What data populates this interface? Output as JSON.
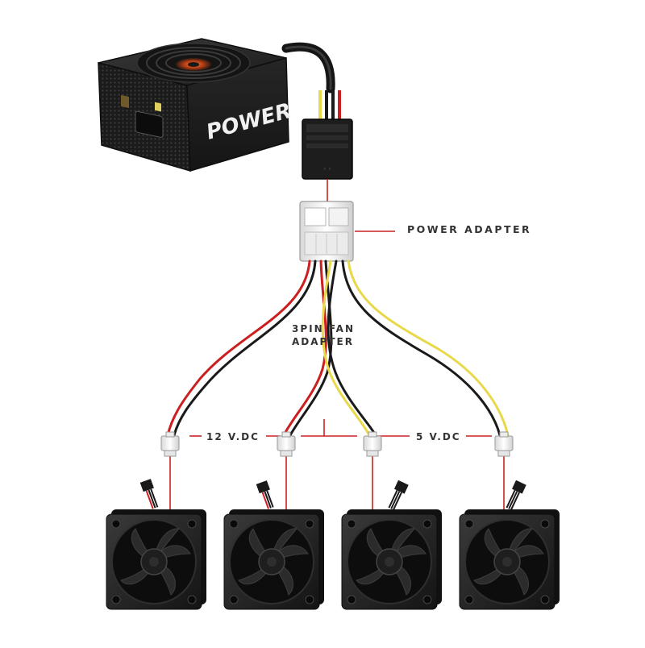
{
  "psu": {
    "brand_text": "POWER"
  },
  "labels": {
    "power_adapter": "POWER ADAPTER",
    "fan_adapter_line1": "3PIN FAN",
    "fan_adapter_line2": "ADAPTER",
    "volt_12": "12 V.DC",
    "volt_5": "5 V.DC"
  },
  "colors": {
    "wire_red": "#cc1f1f",
    "wire_black": "#1a1a1a",
    "wire_yellow": "#e8d84a",
    "leader_line": "#cc2222",
    "psu_body": "#1c1c1c",
    "psu_fan_accent": "#c0481d",
    "connector_white": "#f2f2f2",
    "fan_body": "#222222",
    "label_text": "#333333"
  },
  "fans": [
    {
      "id": "fan-1"
    },
    {
      "id": "fan-2"
    },
    {
      "id": "fan-3"
    },
    {
      "id": "fan-4"
    }
  ]
}
